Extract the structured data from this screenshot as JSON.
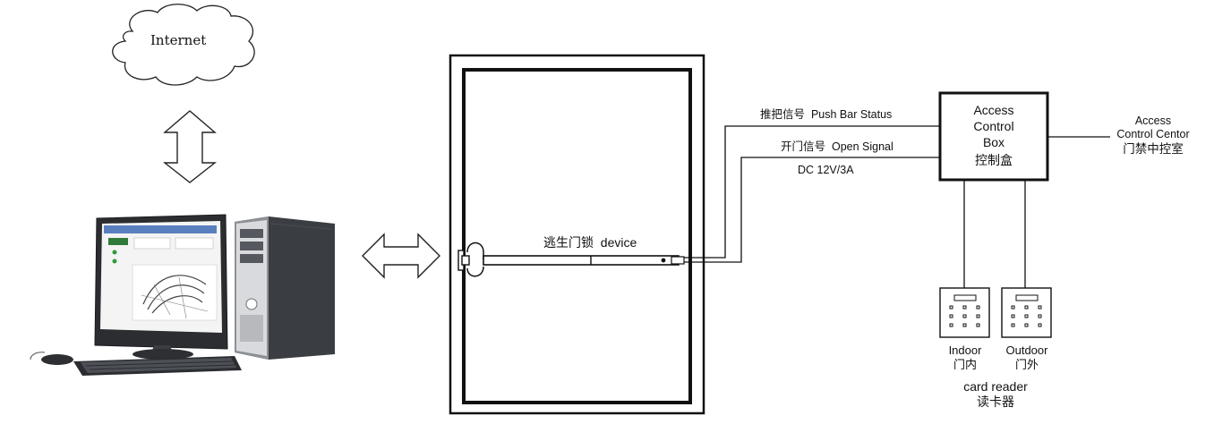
{
  "internet": {
    "label": "Internet"
  },
  "door": {
    "device_label_cn": "逃生门锁",
    "device_label_en": "device"
  },
  "signals": {
    "push_bar": {
      "cn": "推把信号",
      "en": "Push Bar Status"
    },
    "open": {
      "cn": "开门信号",
      "en": "Open Signal"
    },
    "power": "DC 12V/3A"
  },
  "access_box": {
    "line1": "Access",
    "line2": "Control",
    "line3": "Box",
    "cn": "控制盒"
  },
  "control_center": {
    "en_line1": "Access",
    "en_line2": "Control Centor",
    "cn": "门禁中控室"
  },
  "readers": {
    "indoor": {
      "en": "Indoor",
      "cn": "门内"
    },
    "outdoor": {
      "en": "Outdoor",
      "cn": "门外"
    },
    "caption_en": "card reader",
    "caption_cn": "读卡器"
  },
  "colors": {
    "line": "#111111",
    "screen": "#f4f4f4",
    "tower_dark": "#3a3d42",
    "tower_light": "#d9dadd"
  }
}
